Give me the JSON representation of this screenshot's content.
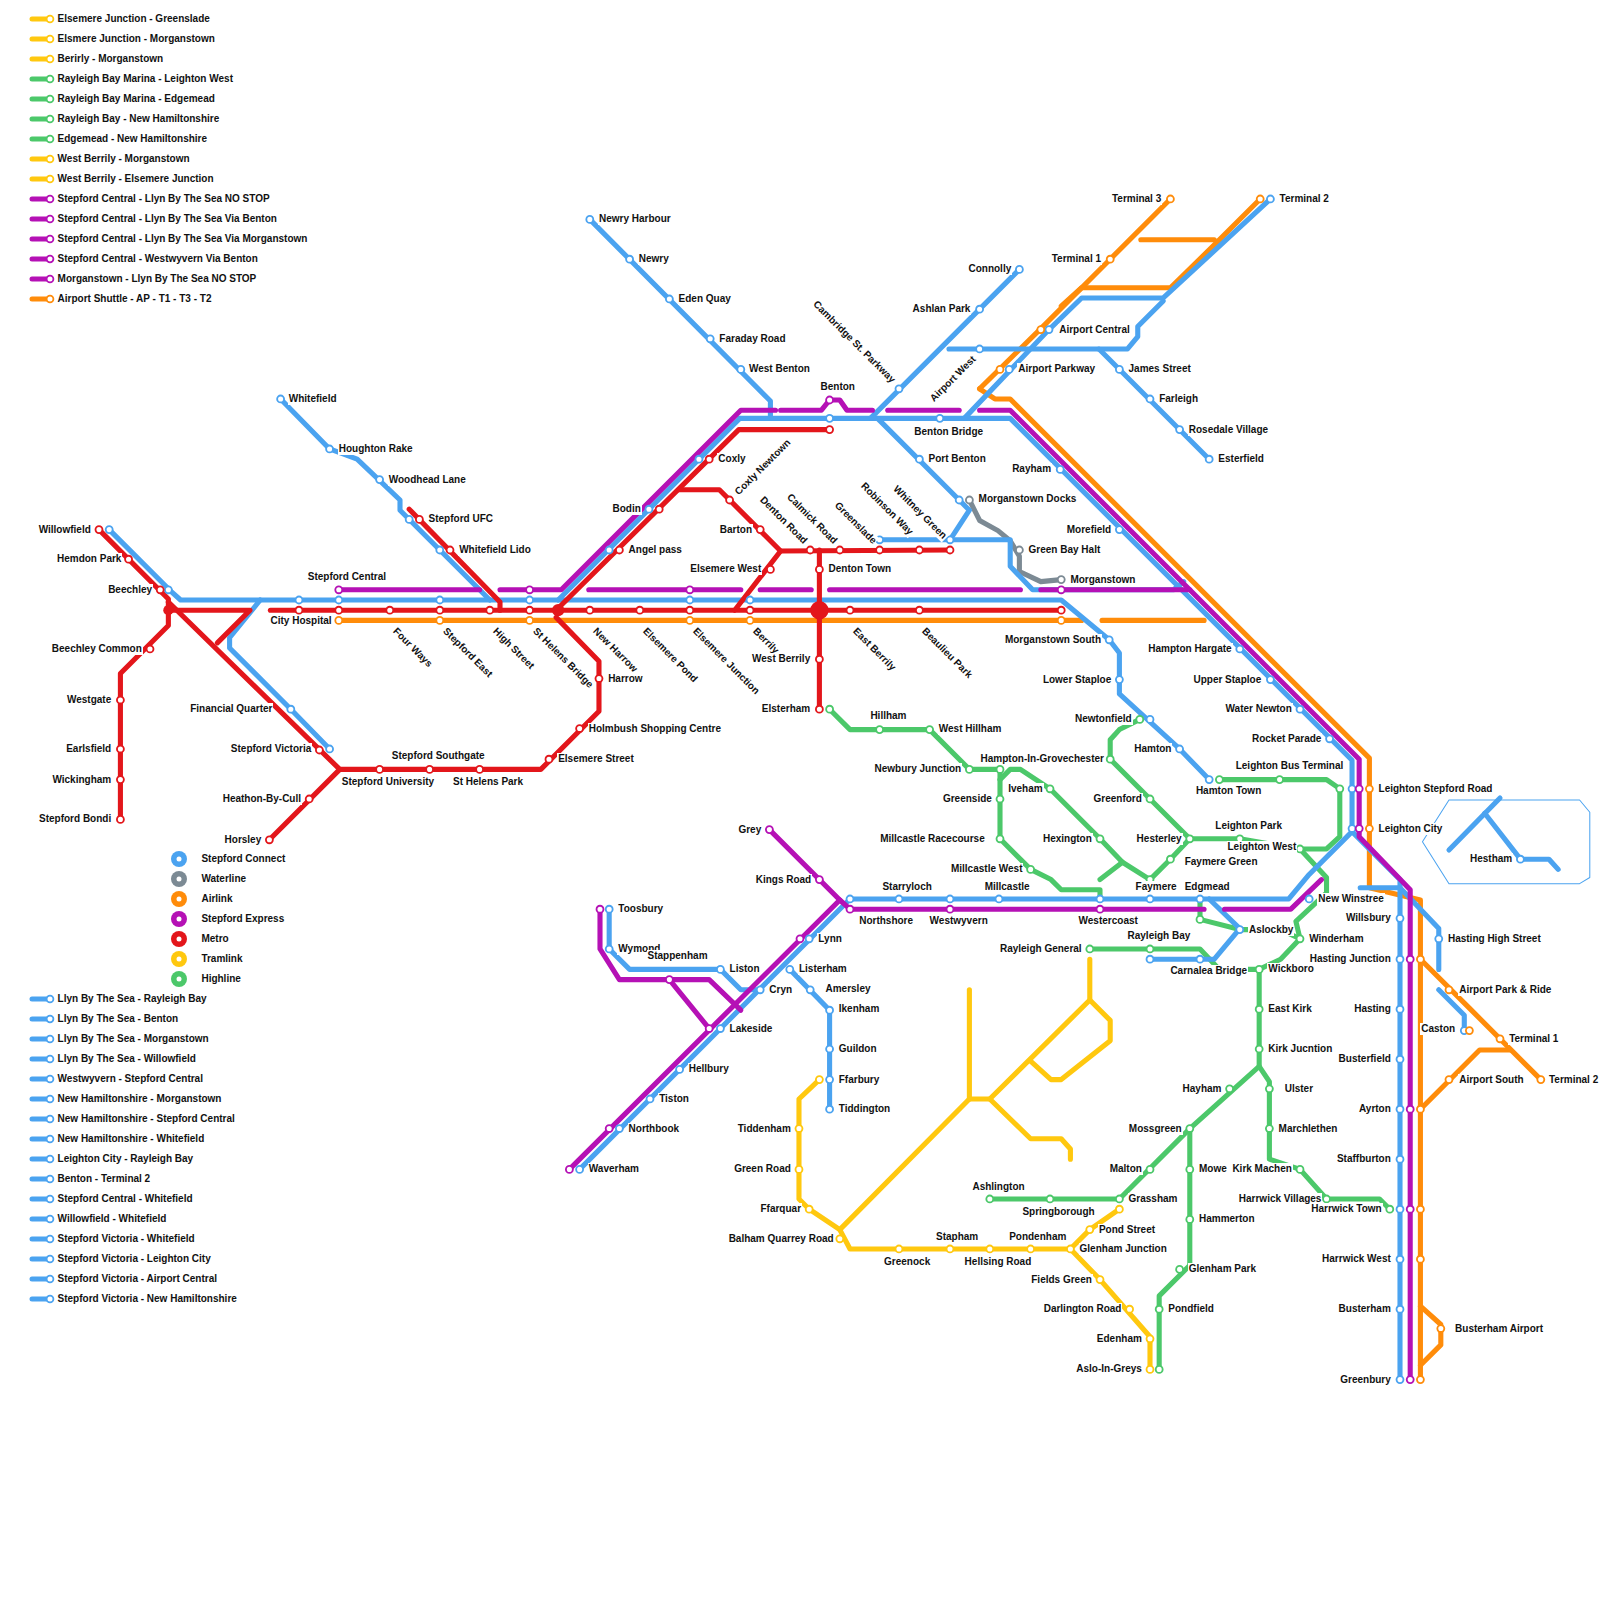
{
  "diagram": {
    "labels": [
      "Newry Harbour",
      "Newry",
      "Eden Quay",
      "Faraday Road",
      "West Benton",
      "Benton",
      "Benton Bridge",
      "Port Benton",
      "Cambridge St. Parkway",
      "Connolly",
      "Ashlan Park",
      "Airport West",
      "Airport Central",
      "Airport Parkway",
      "James Street",
      "Farleigh",
      "Rosedale Village",
      "Esterfield",
      "Terminal 3",
      "Terminal 2",
      "Terminal 1",
      "Whitefield",
      "Houghton Rake",
      "Woodhead Lane",
      "Stepford UFC",
      "Whitefield Lido",
      "Willowfield",
      "Hemdon Park",
      "Beechley",
      "Beechley Common",
      "Westgate",
      "Earlsfield",
      "Wickingham",
      "Stepford Bondi",
      "Stepford Central",
      "City Hospital",
      "Four Ways",
      "Stepford East",
      "High Street",
      "St Helens Bridge",
      "New Harrow",
      "Elsemere Pond",
      "Elsemere Junction",
      "Berrily",
      "East Berrily",
      "Beaulieu Park",
      "Harrow",
      "Holmbush Shopping Centre",
      "Elsemere Street",
      "Financial Quarter",
      "Stepford Victoria",
      "Stepford Southgate",
      "Stepford University",
      "St Helens Park",
      "Heathon-By-Cull",
      "Horsley",
      "Bodin",
      "Angel pass",
      "Coxly",
      "Coxly Newtown",
      "Barton",
      "Denton Road",
      "Calmick Road",
      "Greenslade",
      "Robinson Way",
      "Whitney Green",
      "Elsemere West",
      "Denton Town",
      "West Berrily",
      "Elsterham",
      "Morganstown Docks",
      "Green Bay Halt",
      "Morganstown",
      "Rayham",
      "Morefield",
      "Morganstown South",
      "Lower Staploe",
      "Hampton Hargate",
      "Upper Staploe",
      "Water Newton",
      "Rocket Parade",
      "Leighton Stepford Road",
      "Leighton City",
      "Leighton Bus Terminal",
      "Hamton",
      "Hamton Town",
      "Newtonfield",
      "Hillham",
      "West Hillham",
      "Newbury Junction",
      "Hampton-In-Grovechester",
      "Greenside",
      "Iveham",
      "Greenford",
      "Millcastle Racecourse",
      "Hexington",
      "Hesterley",
      "Leighton Park",
      "Leighton West",
      "Faymere Green",
      "Millcastle West",
      "Millcastle",
      "Faymere",
      "Edgmead",
      "Starryloch",
      "Northshore",
      "Westwyvern",
      "Westercoast",
      "New Winstree",
      "Willsbury",
      "Hasting High Street",
      "Aslockby",
      "Winderham",
      "Rayleigh Bay",
      "Rayleigh General",
      "Carnalea Bridge",
      "Wickboro",
      "Hasting Junction",
      "Airport Park & Ride",
      "Hasting",
      "Caston",
      "Terminal 1",
      "Terminal 2",
      "Airport South",
      "Busterfield",
      "East Kirk",
      "Kirk Jucntion",
      "Hayham",
      "Ulster",
      "Ayrton",
      "Mossgreen",
      "Marchlethen",
      "Staffburton",
      "Malton",
      "Mowe",
      "Kirk Machen",
      "Harrwick Villages",
      "Harrwick Town",
      "Ashlington",
      "Springborough",
      "Grassham",
      "Hammerton",
      "Pond Street",
      "Glenham Junction",
      "Glenham Park",
      "Pondfield",
      "Harrwick West",
      "Busterham",
      "Busterham Airport",
      "Greenbury",
      "Aslo-In-Greys",
      "Edenham",
      "Darlington Road",
      "Fields Green",
      "Hellsing Road",
      "Pondenham",
      "Stapham",
      "Greenock",
      "Balham Quarrey Road",
      "Ffarquar",
      "Green Road",
      "Tiddenham",
      "Ffarbury",
      "Tiddington",
      "Guildon",
      "Ikenham",
      "Amersley",
      "Listerham",
      "Cryn",
      "Lynn",
      "Kings Road",
      "Grey",
      "Toosbury",
      "Wymond",
      "Stappenham",
      "Liston",
      "Lakeside",
      "Hellbury",
      "Tiston",
      "Northbook",
      "Waverham",
      "Hestham"
    ],
    "legend": [
      {
        "text": "Elsemere Junction - Greenslade",
        "color": "#FFC80F"
      },
      {
        "text": "Elsmere Junction - Morganstown",
        "color": "#FFC80F"
      },
      {
        "text": "Berirly - Morganstown",
        "color": "#FFC80F"
      },
      {
        "text": "Rayleigh Bay Marina - Leighton West",
        "color": "#4CC86A"
      },
      {
        "text": "Rayleigh Bay Marina - Edgemead",
        "color": "#4CC86A"
      },
      {
        "text": "Rayleigh Bay - New Hamiltonshire",
        "color": "#4CC86A"
      },
      {
        "text": "Edgemead - New Hamiltonshire",
        "color": "#4CC86A"
      },
      {
        "text": "West Berrily - Morganstown",
        "color": "#FFC80F"
      },
      {
        "text": "West Berrily - Elsemere Junction",
        "color": "#FFC80F"
      },
      {
        "text": "Stepford Central - Llyn By The Sea NO STOP",
        "color": "#B511B5"
      },
      {
        "text": "Stepford Central - Llyn By The Sea Via Benton",
        "color": "#B511B5"
      },
      {
        "text": "Stepford Central - Llyn By The Sea Via Morganstown",
        "color": "#B511B5"
      },
      {
        "text": "Stepford Central - Westwyvern Via Benton",
        "color": "#B511B5"
      },
      {
        "text": "Morganstown - Llyn By The Sea NO STOP",
        "color": "#B511B5"
      },
      {
        "text": "Airport Shuttle - AP - T1 - T3 - T2",
        "color": "#FF8C0A"
      },
      {
        "text": "Stepford Connect",
        "color": "#4BA3F0"
      },
      {
        "text": "Waterline",
        "color": "#7C8A94"
      },
      {
        "text": "Airlink",
        "color": "#FF8C0A"
      },
      {
        "text": "Stepford Express",
        "color": "#B511B5"
      },
      {
        "text": "Metro",
        "color": "#E3161B"
      },
      {
        "text": "Tramlink",
        "color": "#FFC80F"
      },
      {
        "text": "Highline",
        "color": "#4CC86A"
      },
      {
        "text": "Llyn By The Sea - Rayleigh Bay",
        "color": "#4BA3F0"
      },
      {
        "text": "Llyn By The Sea - Benton",
        "color": "#4BA3F0"
      },
      {
        "text": "Llyn By The Sea - Morganstown",
        "color": "#4BA3F0"
      },
      {
        "text": "Llyn By The Sea - Willowfield",
        "color": "#4BA3F0"
      },
      {
        "text": "Westwyvern - Stepford Central",
        "color": "#4BA3F0"
      },
      {
        "text": "New Hamiltonshire - Morganstown",
        "color": "#4BA3F0"
      },
      {
        "text": "New Hamiltonshire - Stepford Central",
        "color": "#4BA3F0"
      },
      {
        "text": "New Hamiltonshire - Whitefield",
        "color": "#4BA3F0"
      },
      {
        "text": "Leighton City - Rayleigh Bay",
        "color": "#4BA3F0"
      },
      {
        "text": "Benton - Terminal 2",
        "color": "#4BA3F0"
      },
      {
        "text": "Stepford Central - Whitefield",
        "color": "#4BA3F0"
      },
      {
        "text": "Willowfield - Whitefield",
        "color": "#4BA3F0"
      },
      {
        "text": "Stepford Victoria - Whitefield",
        "color": "#4BA3F0"
      },
      {
        "text": "Stepford Victoria - Leighton City",
        "color": "#4BA3F0"
      },
      {
        "text": "Stepford Victoria - Airport Central",
        "color": "#4BA3F0"
      },
      {
        "text": "Stepford Victoria - New Hamiltonshire",
        "color": "#4BA3F0"
      }
    ]
  }
}
